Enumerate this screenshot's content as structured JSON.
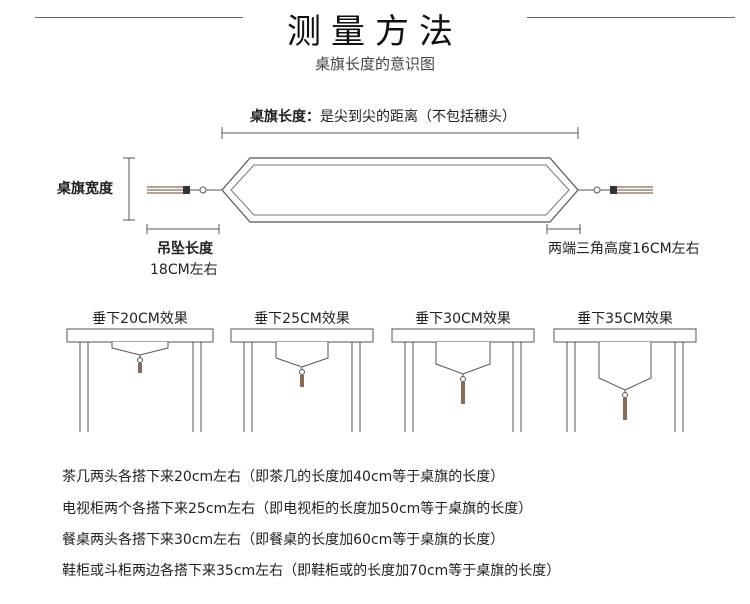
{
  "header": {
    "title": "测量方法",
    "subtitle": "桌旗长度的意识图"
  },
  "length_label": {
    "bold": "桌旗长度：",
    "rest": "是尖到尖的距离（不包括穗头）"
  },
  "width_label": "桌旗宽度",
  "pendant_label": {
    "title": "吊坠长度",
    "value": "18CM左右"
  },
  "triangle_label": "两端三角高度16CM左右",
  "tables": [
    {
      "label": "垂下20CM效果",
      "drop": 20
    },
    {
      "label": "垂下25CM效果",
      "drop": 25
    },
    {
      "label": "垂下30CM效果",
      "drop": 30
    },
    {
      "label": "垂下35CM效果",
      "drop": 35
    }
  ],
  "notes": [
    "茶几两头各搭下来20cm左右（即茶几的长度加40cm等于桌旗的长度）",
    "电视柜两个各搭下来25cm左右（即电视柜的长度加50cm等于桌旗的长度）",
    "餐桌两头各搭下来30cm左右（即餐桌的长度加60cm等于桌旗的长度）",
    "鞋柜或斗柜两边各搭下来35cm左右（即鞋柜或的长度加70cm等于桌旗的长度）"
  ],
  "colors": {
    "line": "#555555",
    "tassel": "#8b6a5a",
    "text": "#222222"
  }
}
